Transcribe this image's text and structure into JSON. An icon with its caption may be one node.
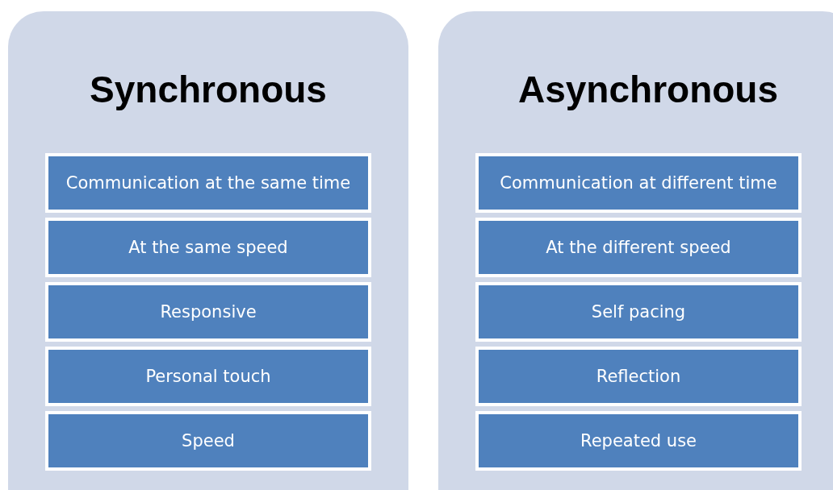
{
  "diagram": {
    "nodes": [
      {
        "text": [
          "Synchronous"
        ]
      },
      {
        "text": [
          "Communication at the same time"
        ],
        "in": 0
      },
      {
        "text": [
          "At the same speed"
        ],
        "in": 0
      },
      {
        "text": [
          "Responsive"
        ],
        "in": 0
      },
      {
        "text": [
          "Personal touch"
        ],
        "in": 0
      },
      {
        "text": [
          "Speed"
        ],
        "in": 0
      },
      {
        "text": [
          "Asynchronous"
        ]
      },
      {
        "text": [
          "Communication at different time"
        ],
        "in": 6
      },
      {
        "text": [
          "At the different speed"
        ],
        "in": 6
      },
      {
        "text": [
          "Self pacing"
        ],
        "in": 6
      },
      {
        "text": [
          "Reflection"
        ],
        "in": 6
      },
      {
        "text": [
          "Repeated use"
        ],
        "in": 6
      }
    ]
  }
}
